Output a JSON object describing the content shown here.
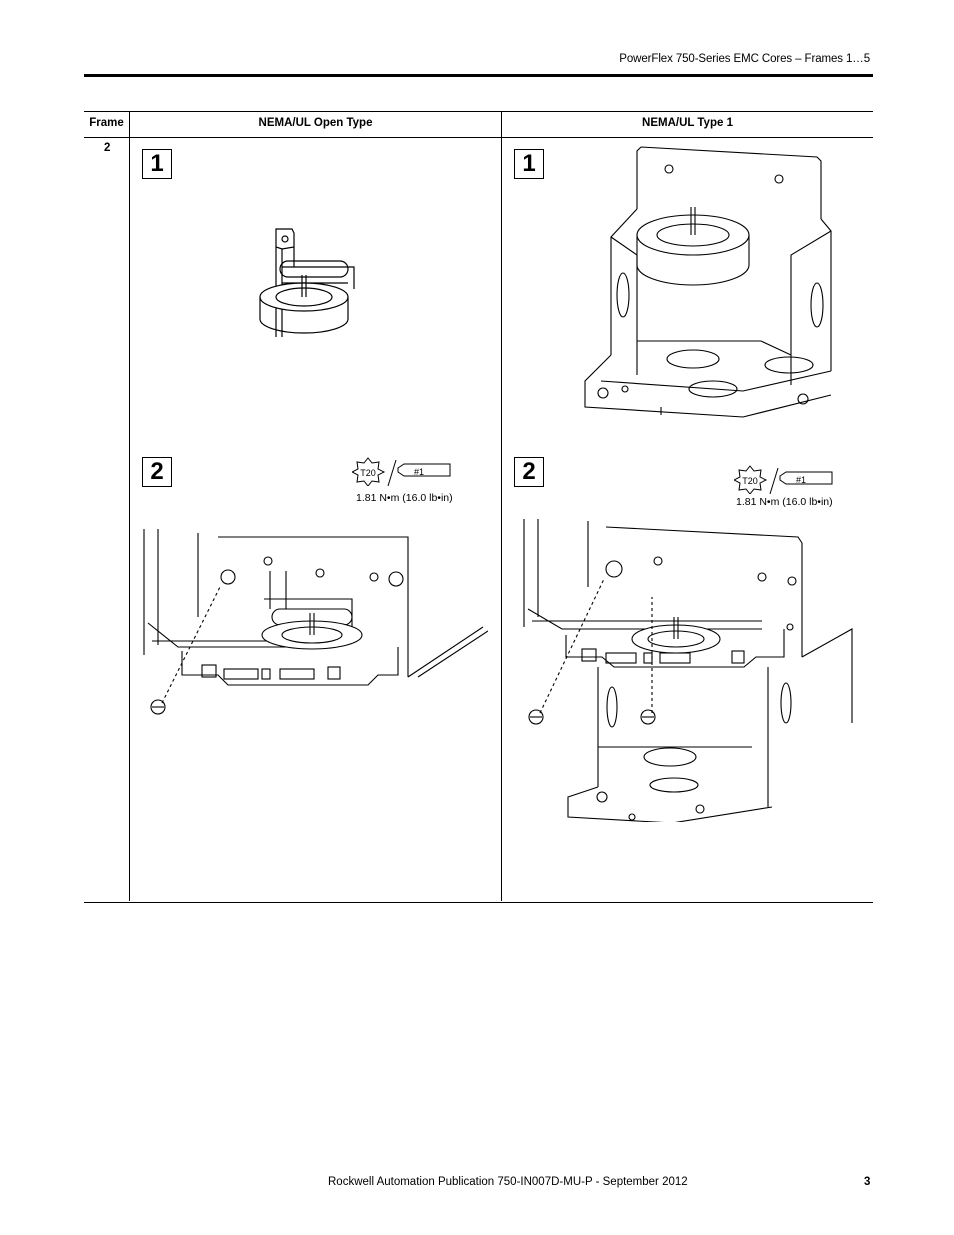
{
  "header": {
    "title": "PowerFlex 750-Series EMC Cores – Frames 1…5"
  },
  "table": {
    "columns": [
      "Frame",
      "NEMA/UL Open Type",
      "NEMA/UL Type 1"
    ],
    "rows": [
      {
        "frame": "2",
        "open_type": {
          "steps": [
            {
              "number": "1",
              "icon": "emc-core-bracket-drawing"
            },
            {
              "number": "2",
              "icon": "core-install-open-chassis-drawing",
              "tool_bit": "T20",
              "driver": "#1",
              "torque": "1.81 N•m (16.0 lb•in)"
            }
          ]
        },
        "type1": {
          "steps": [
            {
              "number": "1",
              "icon": "core-in-conduit-box-drawing"
            },
            {
              "number": "2",
              "icon": "core-install-type1-drawing",
              "tool_bit": "T20",
              "driver": "#1",
              "torque": "1.81 N•m (16.0 lb•in)"
            }
          ]
        }
      }
    ]
  },
  "footer": {
    "publication": "Rockwell Automation Publication 750-IN007D-MU-P - September 2012",
    "page_number": "3"
  }
}
